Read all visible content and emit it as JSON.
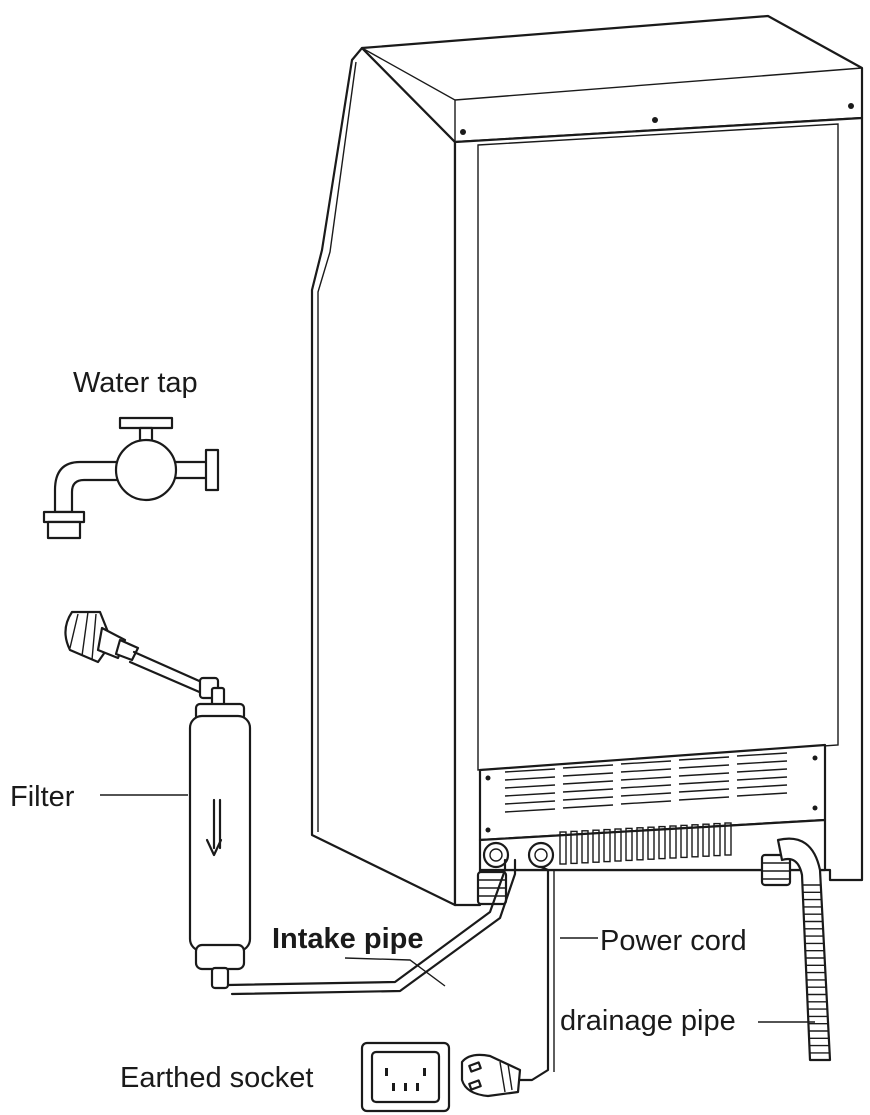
{
  "labels": {
    "water_tap": "Water tap",
    "filter": "Filter",
    "intake_pipe": "Intake pipe",
    "power_cord": "Power cord",
    "drainage_pipe": "drainage pipe",
    "earthed_socket": "Earthed socket"
  },
  "icons": {
    "water_tap": "water-tap-icon",
    "filter": "filter-cartridge-icon",
    "socket": "earthed-socket-icon",
    "plug": "power-plug-icon",
    "flow_arrow": "arrow-down-icon"
  }
}
